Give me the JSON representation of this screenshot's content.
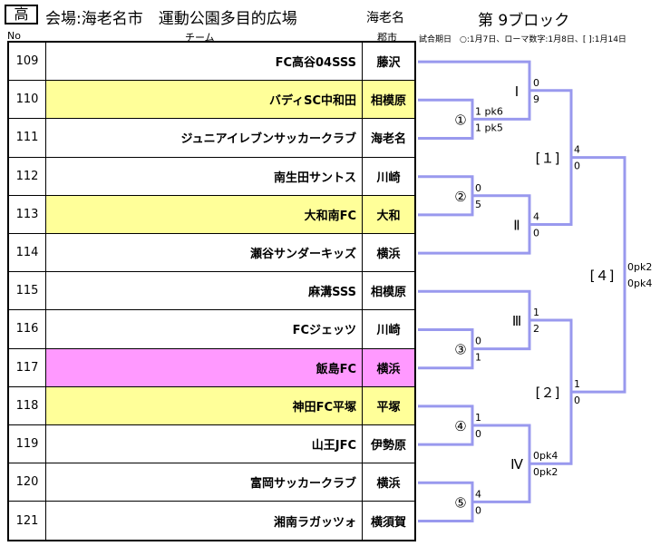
{
  "header": {
    "badge": "高",
    "venue": "会場:海老名市　運動公園多目的広場",
    "city": "海老名",
    "block": "第 9ブロック",
    "col_no": "No",
    "col_team": "チーム",
    "col_city": "郡市",
    "legend": "試合期日　○:1月7日、ローマ数字:1月8日、[ ]:1月14日"
  },
  "teams": [
    {
      "no": "109",
      "name": "FC高谷04SSS",
      "city": "藤沢",
      "highlight": "none"
    },
    {
      "no": "110",
      "name": "バディSC中和田",
      "city": "相模原",
      "highlight": "yellow"
    },
    {
      "no": "111",
      "name": "ジュニアイレブンサッカークラブ",
      "city": "海老名",
      "highlight": "none"
    },
    {
      "no": "112",
      "name": "南生田サントス",
      "city": "川崎",
      "highlight": "none"
    },
    {
      "no": "113",
      "name": "大和南FC",
      "city": "大和",
      "highlight": "yellow"
    },
    {
      "no": "114",
      "name": "瀬谷サンダーキッズ",
      "city": "横浜",
      "highlight": "none"
    },
    {
      "no": "115",
      "name": "麻溝SSS",
      "city": "相模原",
      "highlight": "none"
    },
    {
      "no": "116",
      "name": "FCジェッツ",
      "city": "川崎",
      "highlight": "none"
    },
    {
      "no": "117",
      "name": "飯島FC",
      "city": "横浜",
      "highlight": "pink"
    },
    {
      "no": "118",
      "name": "神田FC平塚",
      "city": "平塚",
      "highlight": "yellow"
    },
    {
      "no": "119",
      "name": "山王JFC",
      "city": "伊勢原",
      "highlight": "none"
    },
    {
      "no": "120",
      "name": "富岡サッカークラブ",
      "city": "横浜",
      "highlight": "none"
    },
    {
      "no": "121",
      "name": "湘南ラガッツォ",
      "city": "横須賀",
      "highlight": "none"
    }
  ],
  "bracket": {
    "line_color": "#9999ee",
    "matches": {
      "m1": {
        "label": "①",
        "top": "1 pk6",
        "bottom": "1 pk5"
      },
      "m2": {
        "label": "②",
        "top": "0",
        "bottom": "5"
      },
      "m3": {
        "label": "③",
        "top": "0",
        "bottom": "1"
      },
      "m4": {
        "label": "④",
        "top": "1",
        "bottom": "0"
      },
      "m5": {
        "label": "⑤",
        "top": "4",
        "bottom": "0"
      },
      "r1": {
        "label": "Ⅰ",
        "top": "0",
        "bottom": "9"
      },
      "r2": {
        "label": "Ⅱ",
        "top": "4",
        "bottom": "0"
      },
      "r3": {
        "label": "Ⅲ",
        "top": "1",
        "bottom": "2"
      },
      "r4": {
        "label": "Ⅳ",
        "top": "0pk4",
        "bottom": "0pk2"
      },
      "s1": {
        "label": "[１]",
        "top": "4",
        "bottom": "0"
      },
      "s2": {
        "label": "[２]",
        "top": "1",
        "bottom": "0"
      },
      "f": {
        "label": "[４]",
        "top": "0pk2",
        "bottom": "0pk4"
      }
    }
  }
}
